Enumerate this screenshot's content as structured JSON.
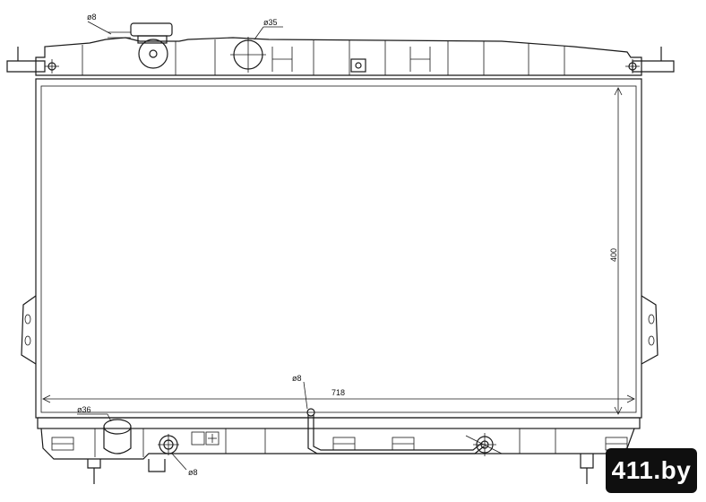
{
  "labels": {
    "d_top_small": "ø8",
    "d_top_large": "ø35",
    "height": "400",
    "width": "718",
    "d_drain_top": "ø8",
    "d_outlet": "ø36",
    "d_drain_bottom": "ø8"
  },
  "watermark": "411.by"
}
